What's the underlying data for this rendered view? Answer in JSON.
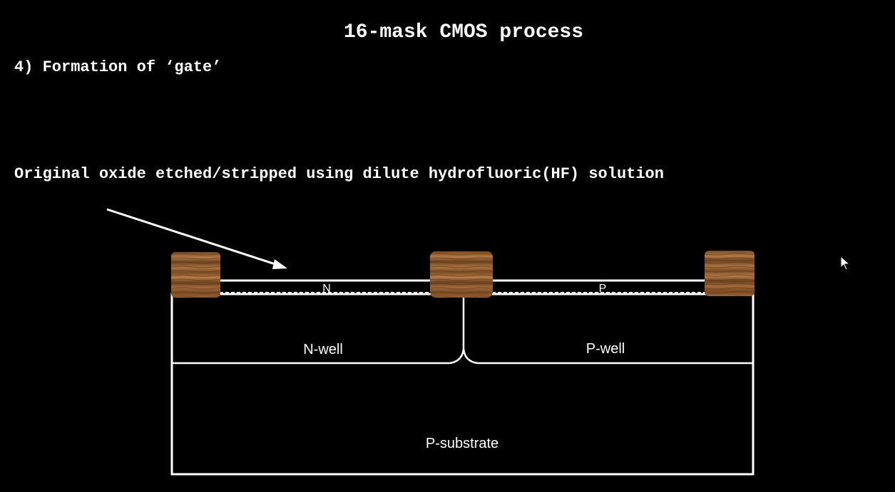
{
  "slide": {
    "title": "16-mask CMOS process",
    "step": "4) Formation of ‘gate’",
    "caption": "Original oxide etched/stripped using dilute hydrofluoric(HF) solution"
  },
  "diagram": {
    "labels": {
      "n_diffusion": "N",
      "p_diffusion": "P",
      "n_well": "N-well",
      "p_well": "P-well",
      "substrate": "P-substrate"
    }
  },
  "colors": {
    "background": "#000000",
    "line": "#ffffff",
    "field_oxide": "#8b5a2b"
  },
  "icons": [
    "arrow-pointer-icon",
    "mouse-cursor-icon"
  ]
}
